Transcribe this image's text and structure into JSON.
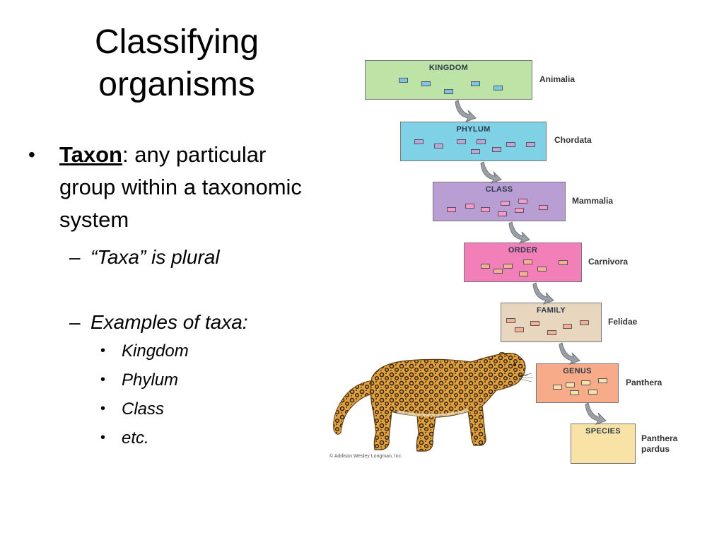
{
  "slide": {
    "title": "Classifying organisms",
    "bullet": {
      "term": "Taxon",
      "definition": ": any particular group within a taxonomic system",
      "sub1": "“Taxa” is plural",
      "sub2": "Examples of taxa:",
      "examples": [
        "Kingdom",
        "Phylum",
        "Class",
        "etc."
      ]
    }
  },
  "diagram": {
    "levels": [
      {
        "name": "KINGDOM",
        "taxon": "Animalia",
        "color": "#bde3a6"
      },
      {
        "name": "PHYLUM",
        "taxon": "Chordata",
        "color": "#7fd1e6"
      },
      {
        "name": "CLASS",
        "taxon": "Mammalia",
        "color": "#b99ed4"
      },
      {
        "name": "ORDER",
        "taxon": "Carnivora",
        "color": "#f27fb8"
      },
      {
        "name": "FAMILY",
        "taxon": "Felidae",
        "color": "#e8d6be"
      },
      {
        "name": "GENUS",
        "taxon": "Panthera",
        "color": "#f7ab88"
      },
      {
        "name": "SPECIES",
        "taxon": "Panthera pardus",
        "color": "#f9e2a6"
      }
    ],
    "chip_colors": [
      "#7fc6df",
      "#b9a9d8",
      "#f39ac8",
      "#f6b08e",
      "#f6b08e",
      "#f8e3a4"
    ],
    "credit": "© Addison Wesley Longman, Inc."
  }
}
